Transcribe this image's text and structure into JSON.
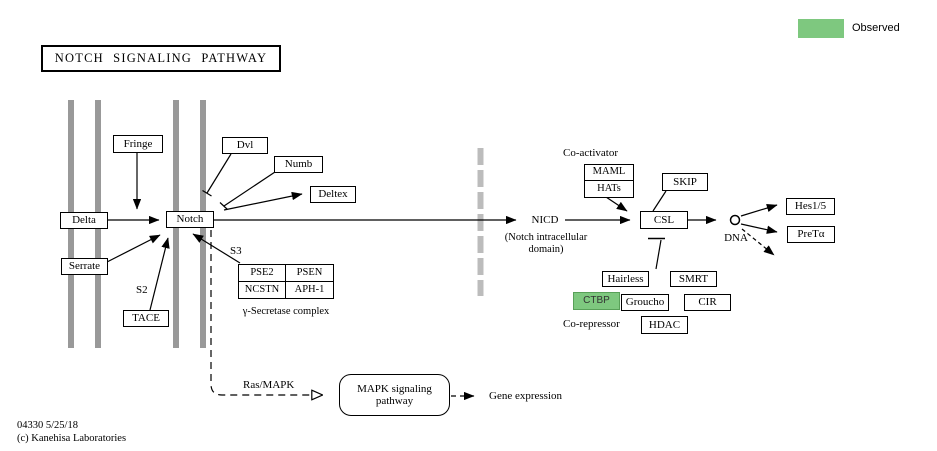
{
  "title": "NOTCH SIGNALING PATHWAY",
  "legend": {
    "label": "Observed",
    "swatch_color": "#7EC87F"
  },
  "footer": {
    "map_id_date": "04330 5/25/18",
    "copyright": "(c) Kanehisa Laboratories"
  },
  "colors": {
    "observed_green": "#7EC87F",
    "membrane_gray": "#999999",
    "nuclear_membrane_gray": "#BCBCBC"
  },
  "nodes": {
    "delta": "Delta",
    "serrate": "Serrate",
    "fringe": "Fringe",
    "notch": "Notch",
    "tace": "TACE",
    "dvl": "Dvl",
    "numb": "Numb",
    "deltex": "Deltex",
    "pse2": "PSE2",
    "psen": "PSEN",
    "ncstn": "NCSTN",
    "aph1": "APH-1",
    "maml": "MAML",
    "hats": "HATs",
    "skip": "SKIP",
    "csl": "CSL",
    "hes1_5": "Hes1/5",
    "preta": "PreTα",
    "hairless": "Hairless",
    "smrt": "SMRT",
    "ctbp": "CTBP",
    "groucho": "Groucho",
    "cir": "CIR",
    "hdac": "HDAC",
    "mapk_pathway": {
      "line1": "MAPK signaling",
      "line2": "pathway"
    }
  },
  "labels": {
    "s2": "S2",
    "s3": "S3",
    "nicd": "NICD",
    "nicd_caption_line1": "(Notch intracellular",
    "nicd_caption_line2": "domain)",
    "gamma_secretase": "γ-Secretase complex",
    "coactivator": "Co-activator",
    "corepressor": "Co-repressor",
    "dna": "DNA",
    "ras_mapk": "Ras/MAPK",
    "gene_expression": "Gene expression"
  }
}
